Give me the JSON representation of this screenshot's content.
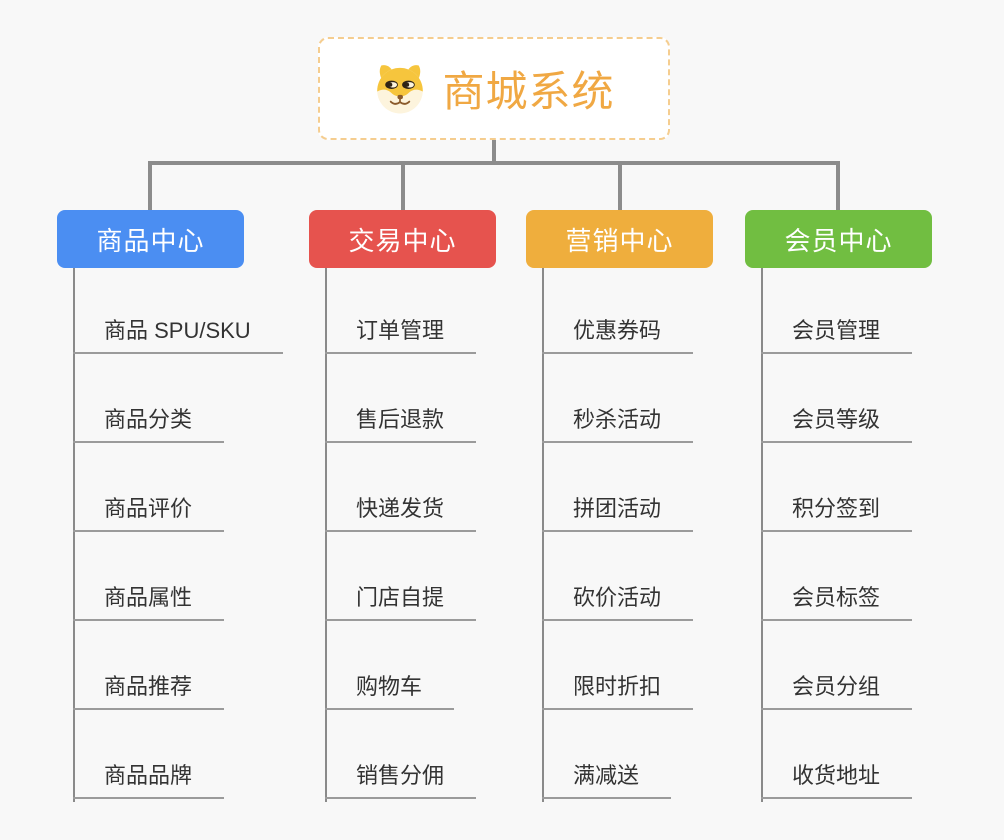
{
  "root": {
    "label": "商城系统",
    "icon": "doge-icon",
    "text_color": "#f0a843",
    "border_color": "#f5cd8f"
  },
  "branches": [
    {
      "label": "商品中心",
      "color": "#4b8ef2",
      "items": [
        "商品 SPU/SKU",
        "商品分类",
        "商品评价",
        "商品属性",
        "商品推荐",
        "商品品牌"
      ]
    },
    {
      "label": "交易中心",
      "color": "#e6534e",
      "items": [
        "订单管理",
        "售后退款",
        "快递发货",
        "门店自提",
        "购物车",
        "销售分佣"
      ]
    },
    {
      "label": "营销中心",
      "color": "#efae3d",
      "items": [
        "优惠券码",
        "秒杀活动",
        "拼团活动",
        "砍价活动",
        "限时折扣",
        "满减送"
      ]
    },
    {
      "label": "会员中心",
      "color": "#71be41",
      "items": [
        "会员管理",
        "会员等级",
        "积分签到",
        "会员标签",
        "会员分组",
        "收货地址"
      ]
    }
  ],
  "colors": {
    "background": "#f8f8f8",
    "connector": "#8c8c8c",
    "leaf_underline": "#9b9b9b",
    "leaf_text": "#333333",
    "header_text": "#ffffff"
  }
}
